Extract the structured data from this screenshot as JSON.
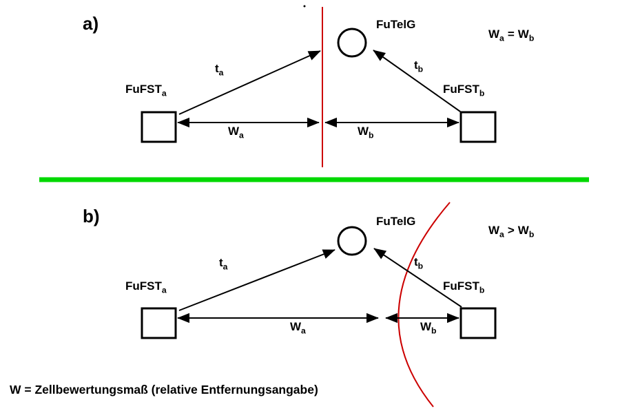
{
  "panels": {
    "a": {
      "letter": "a)",
      "device": "FuTelG",
      "relation": {
        "left_main": "W",
        "left_sub": "a",
        "op": "=",
        "right_main": "W",
        "right_sub": "b"
      },
      "station_left_main": "FuFST",
      "station_left_sub": "a",
      "station_right_main": "FuFST",
      "station_right_sub": "b",
      "t_left_main": "t",
      "t_left_sub": "a",
      "t_right_main": "t",
      "t_right_sub": "b",
      "w_left_main": "W",
      "w_left_sub": "a",
      "w_right_main": "W",
      "w_right_sub": "b"
    },
    "b": {
      "letter": "b)",
      "device": "FuTelG",
      "relation": {
        "left_main": "W",
        "left_sub": "a",
        "op": ">",
        "right_main": "W",
        "right_sub": "b"
      },
      "station_left_main": "FuFST",
      "station_left_sub": "a",
      "station_right_main": "FuFST",
      "station_right_sub": "b",
      "t_left_main": "t",
      "t_left_sub": "a",
      "t_right_main": "t",
      "t_right_sub": "b",
      "w_left_main": "W",
      "w_left_sub": "a",
      "w_right_main": "W",
      "w_right_sub": "b"
    }
  },
  "footer": "W = Zellbewertungsmaß (relative Entfernungsangabe)",
  "colors": {
    "boundary": "#cc0000",
    "divider": "#00d800",
    "ink": "#000000"
  }
}
